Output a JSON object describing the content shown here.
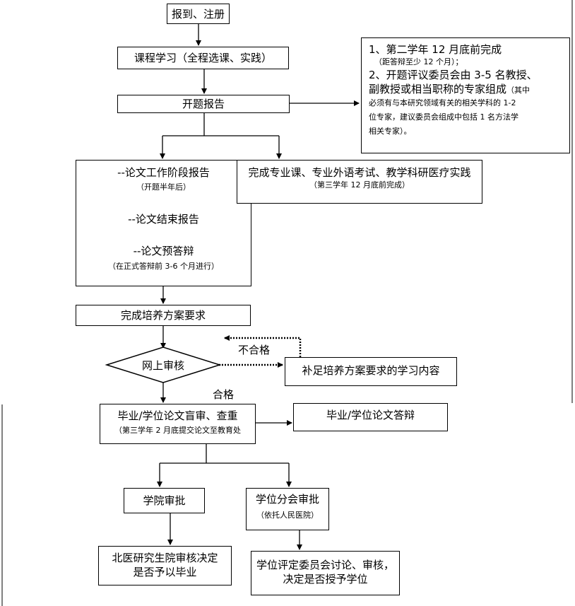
{
  "register": "报到、注册",
  "courses": "课程学习（全程选课、实践）",
  "proposal": "开题报告",
  "note": {
    "l1": "1、第二学年 12 月底前完成",
    "l2": "（距答辩至少 12 个月）；",
    "l3": "2、开题评议委员会由 3-5 名教授、",
    "l4a": "副教授或相当职称的专家组成",
    "l4b": "（其中",
    "l5": "必须有与本研究领域有关的相关学科的 1-2",
    "l6": "位专家，建议委员会组成中包括 1 名方法学",
    "l7": "相关专家）。"
  },
  "stages": {
    "s1": "--论文工作阶段报告",
    "s1_sub": "（开题半年后）",
    "s2": "--论文结束报告",
    "s3": "--论文预答辩",
    "s3_sub": "（在正式答辩前 3-6 个月进行）"
  },
  "practice": {
    "title": "完成专业课、专业外语考试、教学科研医疗实践",
    "sub": "（第三学年 12 月底前完成）"
  },
  "complete": "完成培养方案要求",
  "review": "网上审核",
  "fail": "不合格",
  "pass": "合格",
  "supplement": "补足培养方案要求的学习内容",
  "blind": {
    "title": "毕业/学位论文盲审、查重",
    "sub": "（第三学年 2 月底提交论文至教育处"
  },
  "defense": "毕业/学位论文答辩",
  "college": "学院审批",
  "degree_sub": {
    "title": "学位分会审批",
    "sub": "（依托人民医院）"
  },
  "graduate_school": {
    "l1": "北医研究生院审核决定",
    "l2": "是否予以毕业"
  },
  "committee": {
    "l1": "学位评定委员会讨论、审核，",
    "l2": "决定是否授予学位"
  }
}
